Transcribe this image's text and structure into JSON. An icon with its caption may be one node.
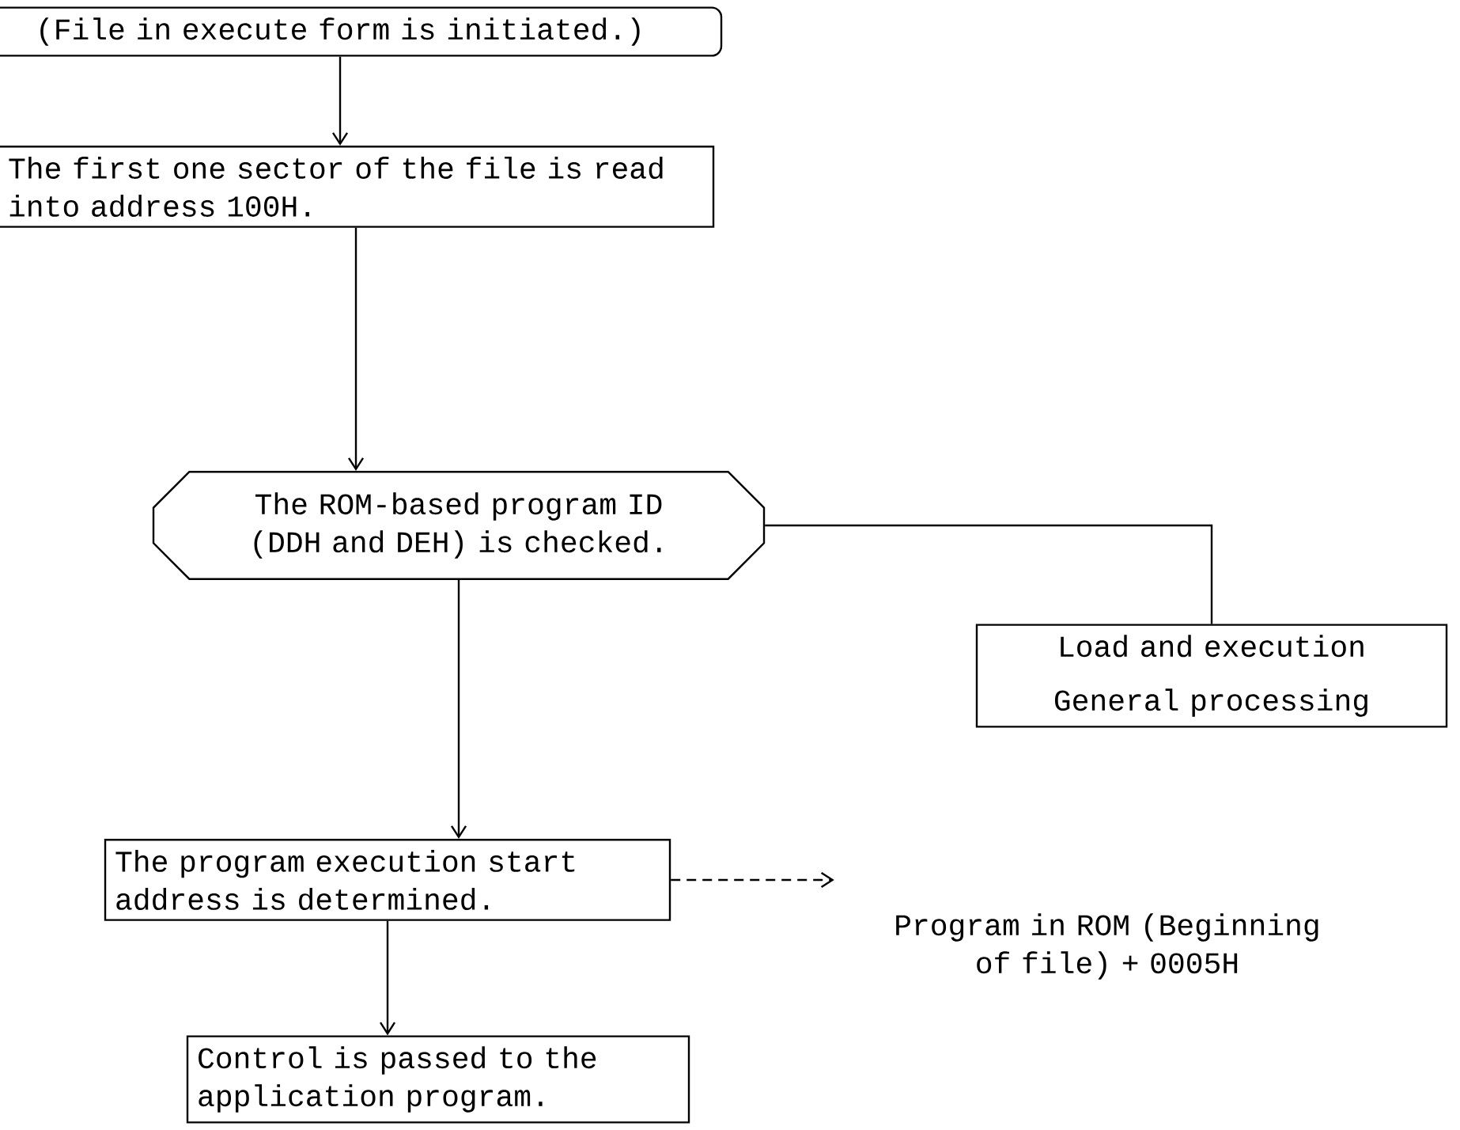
{
  "diagram": {
    "nodes": [
      {
        "text": [
          "(File in execute form is initiated.)"
        ]
      },
      {
        "text": [
          "The first one sector of the file is read into address 100H."
        ]
      },
      {
        "text": [
          "The ROM-based program ID (DDH and DEH) is checked."
        ]
      },
      {
        "text": [
          "Load and execution",
          "General processing"
        ]
      },
      {
        "text": [
          "The program execution start address is determined."
        ]
      },
      {
        "text": [
          "Program in ROM (Beginning of file) + 0005H"
        ]
      },
      {
        "text": [
          "Control is passed to the application program."
        ]
      }
    ],
    "edges": [
      {
        "from": 0,
        "to": 1,
        "arrow": "to"
      },
      {
        "from": 1,
        "to": 2,
        "arrow": "to"
      },
      {
        "from": 2,
        "to": 3,
        "arrow": "none"
      },
      {
        "from": 2,
        "to": 4,
        "arrow": "to"
      },
      {
        "from": 4,
        "to": 5,
        "arrow": "to",
        "style": "dashed"
      },
      {
        "from": 4,
        "to": 6,
        "arrow": "to"
      }
    ]
  }
}
